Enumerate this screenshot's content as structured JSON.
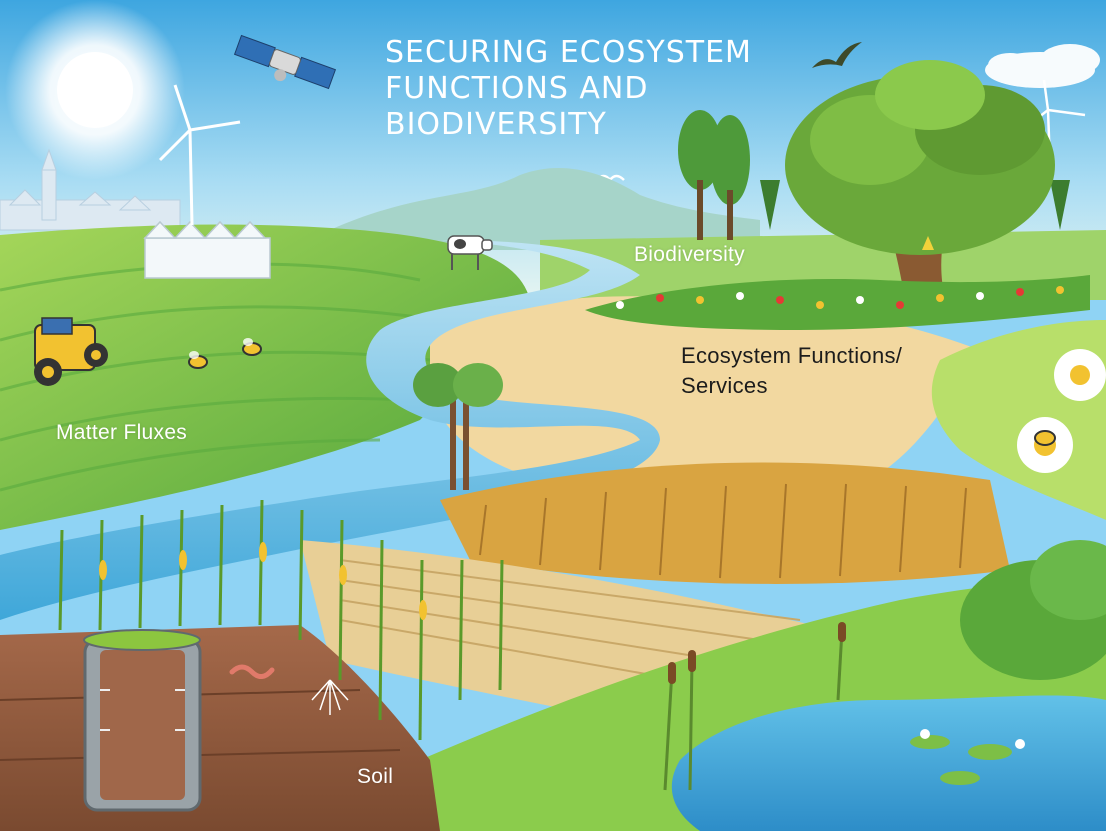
{
  "title": {
    "line1": "SECURING ECOSYSTEM",
    "line2": "FUNCTIONS AND",
    "line3": "BIODIVERSITY"
  },
  "labels": {
    "biodiversity": "Biodiversity",
    "ecosystem_line1": "Ecosystem Functions/",
    "ecosystem_line2": "Services",
    "matter_fluxes": "Matter Fluxes",
    "soil": "Soil"
  },
  "colors": {
    "sky": "#8fd3f4",
    "grass": "#7cc242",
    "river": "#5bb8e0",
    "wheat": "#d9a441",
    "soil": "#8b5a3c",
    "title_text": "#ffffff",
    "dark_text": "#1c1c1c"
  },
  "icons": [
    "sun-icon",
    "satellite-icon",
    "wind-turbine-icon",
    "bird-icon",
    "cow-icon",
    "tractor-icon",
    "bee-icon",
    "tree-icon",
    "flower-icon",
    "lysimeter-icon",
    "worm-icon",
    "water-lily-icon",
    "cattail-icon"
  ]
}
